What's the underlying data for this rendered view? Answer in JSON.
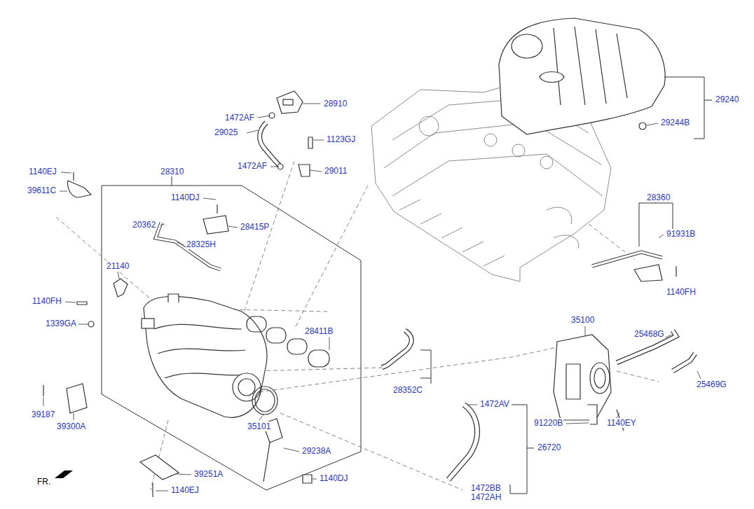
{
  "diagram": {
    "labels": [
      "28910",
      "1472AF",
      "29025",
      "1123GJ",
      "1472AF",
      "29011",
      "29240",
      "29244B",
      "1140EJ",
      "39611C",
      "28310",
      "1140DJ",
      "20362",
      "28415P",
      "28325H",
      "28360",
      "91931B",
      "21140",
      "1140FH",
      "1140FH",
      "1339GA",
      "28411B",
      "35100",
      "25468G",
      "28352C",
      "25469G",
      "91220B",
      "1140EY",
      "39187",
      "39300A",
      "35101",
      "29238A",
      "1472AV",
      "26720",
      "1140DJ",
      "39251A",
      "1472BB",
      "1472AH",
      "FR.",
      "1140EJ"
    ]
  }
}
